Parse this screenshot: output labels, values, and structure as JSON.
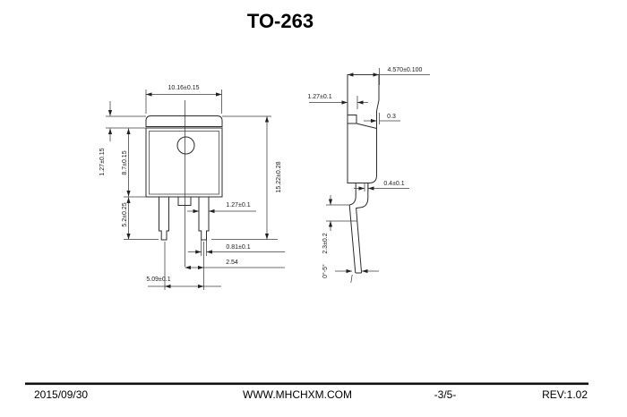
{
  "title": "TO-263",
  "front_view": {
    "label_width": "10.16±0.15",
    "label_tab_height": "1.27±0.15",
    "label_body_height": "8.7±0.15",
    "label_lead_length": "5.2±0.25",
    "label_overall_height": "15.22±0.28",
    "label_lead_width": "1.27±0.1",
    "label_lead_tip_width": "0.81±0.1",
    "label_lead_pitch": "2.54",
    "label_lead_span": "5.09±0.1"
  },
  "side_view": {
    "label_body_thickness": "4.570±0.100",
    "label_tab_thickness": "1.27±0.1",
    "label_step": "0.3",
    "label_lead_thickness": "0.4±0.1",
    "label_lead_height": "2.3±0.2",
    "label_lead_angle": "0°-5°"
  },
  "footer": {
    "date": "2015/09/30",
    "website": "WWW.MHCHXM.COM",
    "page": "-3/5-",
    "revision": "REV:1.02"
  }
}
